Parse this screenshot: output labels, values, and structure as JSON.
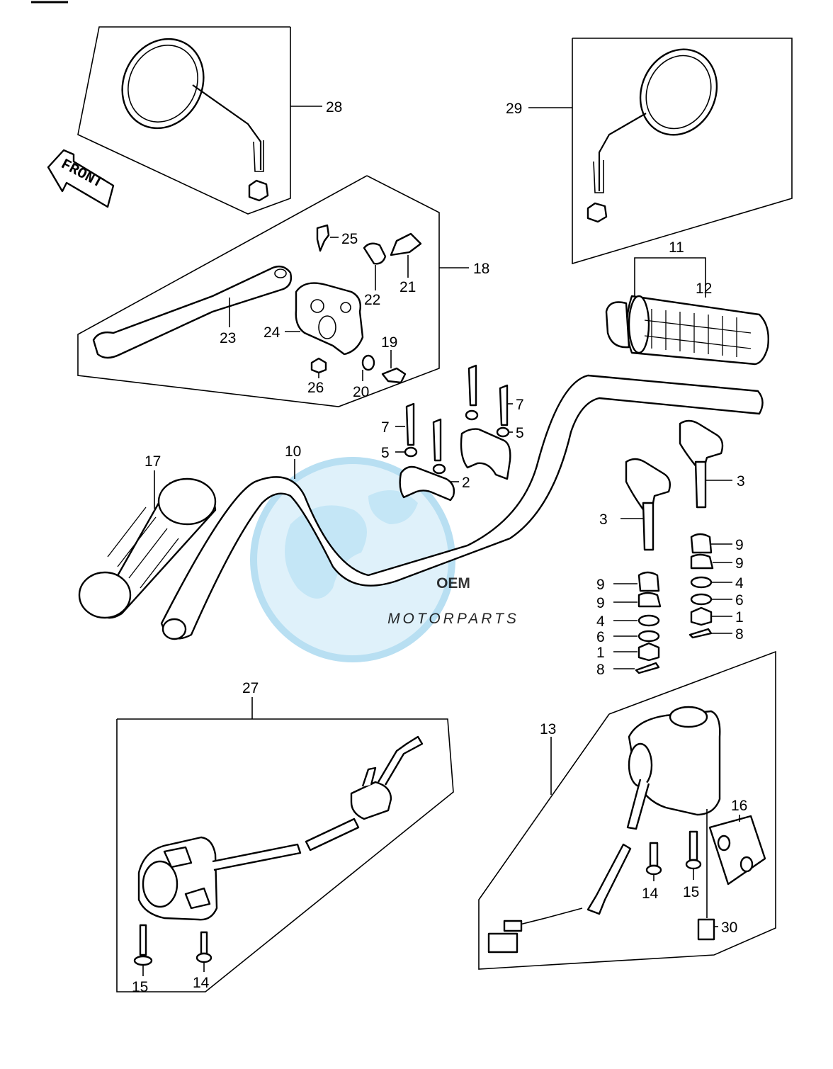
{
  "front_sign": {
    "text": "FRONT"
  },
  "watermark": {
    "brand": "OEM",
    "tagline": "MOTORPARTS",
    "colors": {
      "globe": "#b8dff2",
      "letters": "#8e8e8e"
    }
  },
  "callouts": {
    "c28": "28",
    "c29": "29",
    "c18": "18",
    "c25": "25",
    "c21": "21",
    "c22": "22",
    "c23": "23",
    "c24": "24",
    "c19": "19",
    "c26": "26",
    "c20": "20",
    "c11": "11",
    "c12": "12",
    "c7a": "7",
    "c7b": "7",
    "c5a": "5",
    "c5b": "5",
    "c2": "2",
    "c10": "10",
    "c17": "17",
    "c3a": "3",
    "c3b": "3",
    "c9a": "9",
    "c9b": "9",
    "c9c": "9",
    "c9d": "9",
    "c4a": "4",
    "c4b": "4",
    "c6a": "6",
    "c6b": "6",
    "c1a": "1",
    "c1b": "1",
    "c8a": "8",
    "c8b": "8",
    "c27": "27",
    "c13": "13",
    "c16": "16",
    "c14a": "14",
    "c14b": "14",
    "c15a": "15",
    "c15b": "15",
    "c30": "30"
  }
}
